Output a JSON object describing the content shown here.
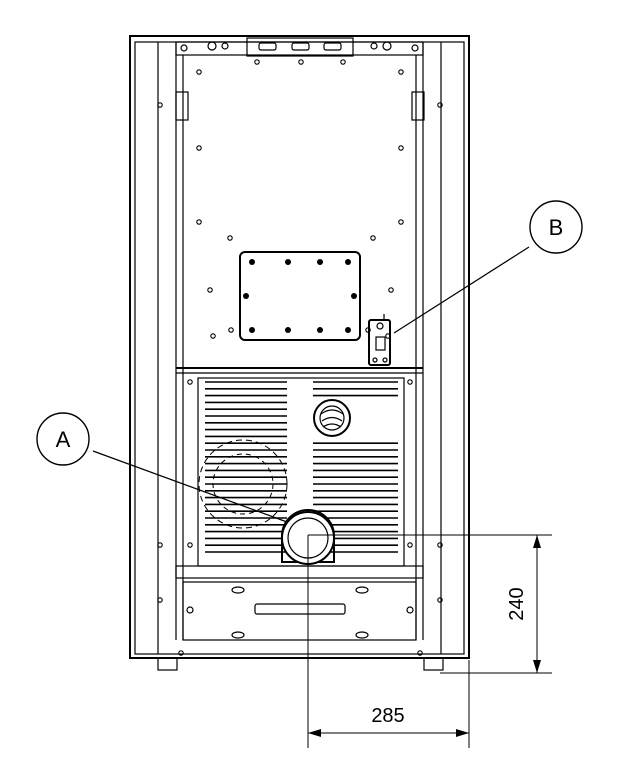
{
  "callouts": {
    "a": "A",
    "b": "B"
  },
  "dimensions": {
    "horizontal": "285",
    "vertical": "240"
  },
  "colors": {
    "line": "#000000",
    "background": "#ffffff"
  }
}
